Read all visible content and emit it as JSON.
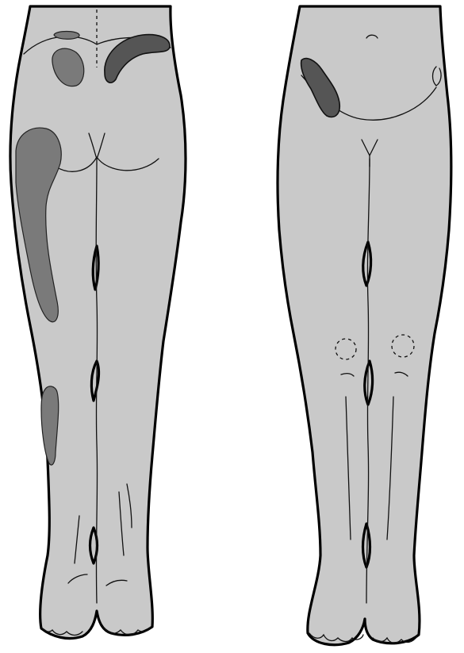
{
  "figure": {
    "views": [
      "posterior",
      "anterior"
    ],
    "colors": {
      "background": "#ffffff",
      "skin": "#c9c9c9",
      "outline": "#000000",
      "referred_pain_area": "#7a7a7a",
      "primary_pain_area": "#555555"
    },
    "regions": {
      "posterior": [
        "buttock-upper",
        "buttock-lateral",
        "sacral-band",
        "lateral-thigh",
        "lateral-calf"
      ],
      "anterior": [
        "groin-band"
      ]
    }
  }
}
